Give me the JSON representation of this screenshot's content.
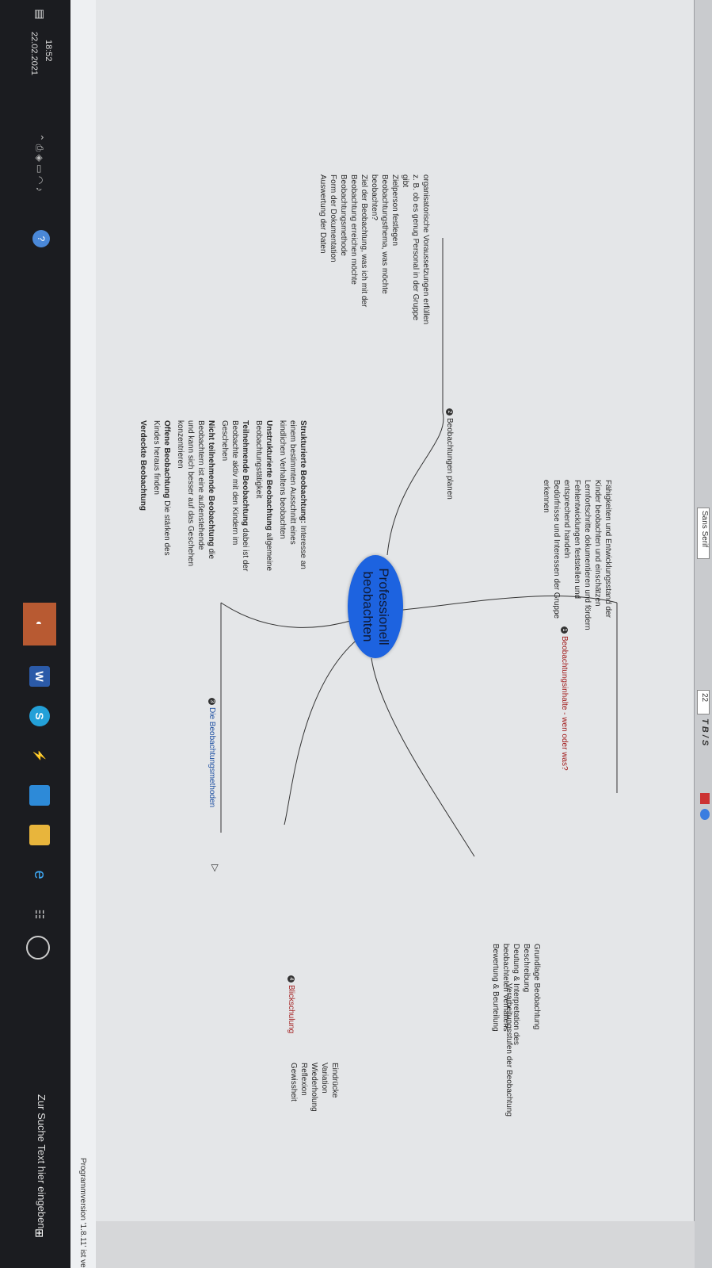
{
  "toolbar": {
    "font_name": "Sans Serif",
    "font_size": "22",
    "format_buttons": "T B / S"
  },
  "central": {
    "line1": "Professionell",
    "line2": "beobachten"
  },
  "branches": {
    "inhalte": {
      "num": "1",
      "label": "Beobachtungsinhalte - wen oder was?",
      "items": [
        "Fähigkeiten und Entwicklungsstand der",
        "Kinder beobachten und einschätzen",
        "Lernfortschritte dokumentieren und fördern",
        "Fehlentwicklungen feststellen und",
        "entsprechend handeln",
        "Bedürfnisse und Interessen der Gruppe",
        "erkennen"
      ]
    },
    "planen": {
      "num": "2",
      "label": "Beobachtungen planen",
      "items": [
        "organisatorische Voraussetzungen erfüllen",
        "z. B. ob es genug Personal in der Gruppe",
        "gibt",
        "Zielperson festlegen",
        "Beobachtungsthema, was möchte",
        "beobachten?",
        "Ziel der Beobachtung, was ich mit der",
        "Beobachtung erreichen möchte",
        "Beobachtungsmethode",
        "Form der Dokumentation",
        "Auswertung der Daten"
      ]
    },
    "methoden": {
      "num": "3",
      "label": "Die Beobachtungsmethoden",
      "items": [
        {
          "bold": "Strukturierte Beobachtung:",
          "rest": " Interesse an",
          "more": [
            "einem bestimmten Ausschnitt eines",
            "kindlichen Verhaltens beobachten"
          ]
        },
        {
          "bold": "Unstrukturierte Beobachtung",
          "rest": " allgemeine",
          "more": [
            "Beobachtungstätigkeit"
          ]
        },
        {
          "bold": "Teilnehmende Beobachtung",
          "rest": " dabei ist der",
          "more": [
            "Beobachte aktiv mit den Kindern im",
            "Geschehen"
          ]
        },
        {
          "bold": "Nicht teilnehmende Beobachtung",
          "rest": " die",
          "more": [
            "Beobachtern ist eine außenstehende",
            "und kann sich besser auf das Geschehen",
            "konzentrieren"
          ]
        },
        {
          "bold": "Offene Beobachtung",
          "rest": " Die stärken des",
          "more": [
            "Kindes heraus finden"
          ]
        },
        {
          "bold": "Verdeckte Beobachtung",
          "rest": "",
          "more": []
        }
      ]
    },
    "blickschulung": {
      "num": "4",
      "label": "Blickschulung",
      "items": [
        "Eindrücke",
        "Variation",
        "Wiederholung",
        "Reflexion",
        "Gewissheit"
      ]
    },
    "stufen": {
      "label": "Verarbeitungsstufen der Beobachtung",
      "items": [
        "Grundlage Beobachtung",
        "Beschreibung",
        "Deutung & Interpretation des",
        "beobachteten Verhaltens",
        "Bewertung & Beurteilung"
      ]
    }
  },
  "status_bar": {
    "update_text": "Programmversion '1.8.11' ist verfügbar"
  },
  "taskbar": {
    "search_placeholder": "Zur Suche Text hier eingeben",
    "time": "18:52",
    "date": "22.02.2021"
  }
}
